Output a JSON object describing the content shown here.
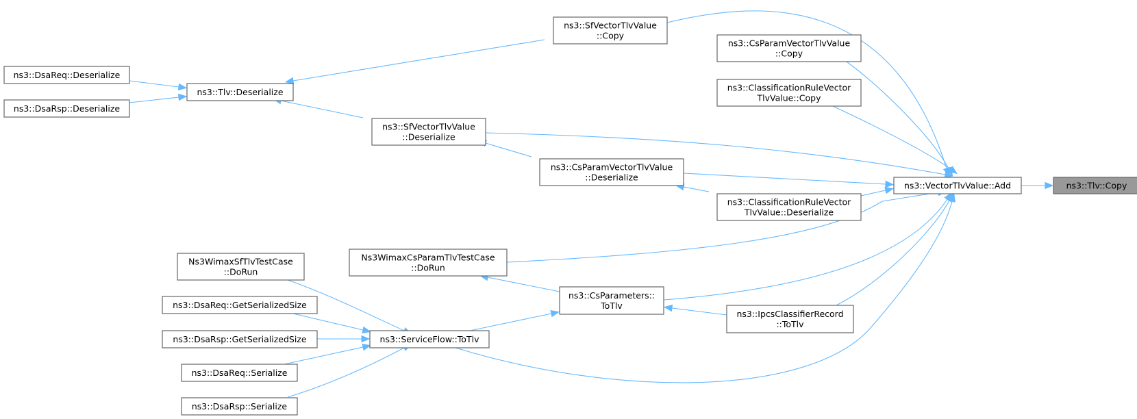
{
  "graph": {
    "nodes": {
      "tlv_copy": [
        "ns3::Tlv::Copy"
      ],
      "vtv_add": [
        "ns3::VectorTlvValue::Add"
      ],
      "sfv_copy": [
        "ns3::SfVectorTlvValue",
        "::Copy"
      ],
      "cspv_copy": [
        "ns3::CsParamVectorTlvValue",
        "::Copy"
      ],
      "crv_copy": [
        "ns3::ClassificationRuleVector",
        "TlvValue::Copy"
      ],
      "sfv_deser": [
        "ns3::SfVectorTlvValue",
        "::Deserialize"
      ],
      "cspv_deser": [
        "ns3::CsParamVectorTlvValue",
        "::Deserialize"
      ],
      "crv_deser": [
        "ns3::ClassificationRuleVector",
        "TlvValue::Deserialize"
      ],
      "tlv_deser": [
        "ns3::Tlv::Deserialize"
      ],
      "dsareq_deser": [
        "ns3::DsaReq::Deserialize"
      ],
      "dsarsp_deser": [
        "ns3::DsaRsp::Deserialize"
      ],
      "cstest_dorun": [
        "Ns3WimaxCsParamTlvTestCase",
        "::DoRun"
      ],
      "sftest_dorun": [
        "Ns3WimaxSfTlvTestCase",
        "::DoRun"
      ],
      "csparams_totlv": [
        "ns3::CsParameters::",
        "ToTlv"
      ],
      "ipcs_totlv": [
        "ns3::IpcsClassifierRecord",
        "::ToTlv"
      ],
      "sflow_totlv": [
        "ns3::ServiceFlow::ToTlv"
      ],
      "dsareq_size": [
        "ns3::DsaReq::GetSerializedSize"
      ],
      "dsarsp_size": [
        "ns3::DsaRsp::GetSerializedSize"
      ],
      "dsareq_ser": [
        "ns3::DsaReq::Serialize"
      ],
      "dsarsp_ser": [
        "ns3::DsaRsp::Serialize"
      ]
    },
    "colors": {
      "edge": "#63b8ff",
      "node_border": "#666666",
      "root_fill": "#999999",
      "node_fill": "#ffffff"
    }
  }
}
